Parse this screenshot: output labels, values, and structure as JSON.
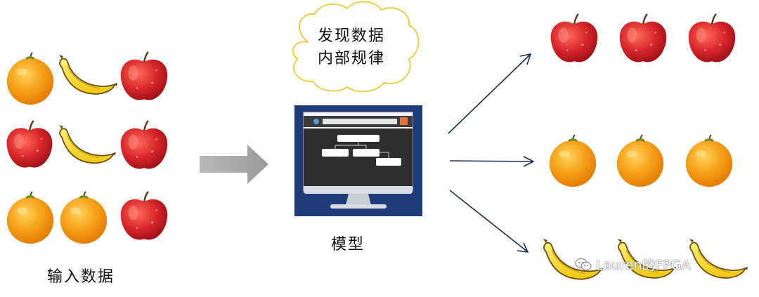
{
  "input": {
    "label": "输入数据",
    "grid": [
      [
        "orange",
        "banana",
        "apple"
      ],
      [
        "apple",
        "banana",
        "apple"
      ],
      [
        "orange",
        "orange",
        "apple"
      ]
    ]
  },
  "cloud": {
    "line1": "发现数据",
    "line2": "内部规律"
  },
  "model": {
    "label": "模型"
  },
  "output": {
    "groups": [
      {
        "fruit": "apple",
        "count": 3
      },
      {
        "fruit": "orange",
        "count": 3
      },
      {
        "fruit": "banana",
        "count": 3
      }
    ]
  },
  "watermark": {
    "text": "Lauren的FPGA"
  },
  "colors": {
    "apple": "#d8262b",
    "orange": "#f5960f",
    "banana": "#f4d21c",
    "monitor_frame": "#1f3c78",
    "arrow_gray": "#a7a7a7",
    "cloud_border": "#e9cf4a",
    "line": "#1e2d4a"
  }
}
